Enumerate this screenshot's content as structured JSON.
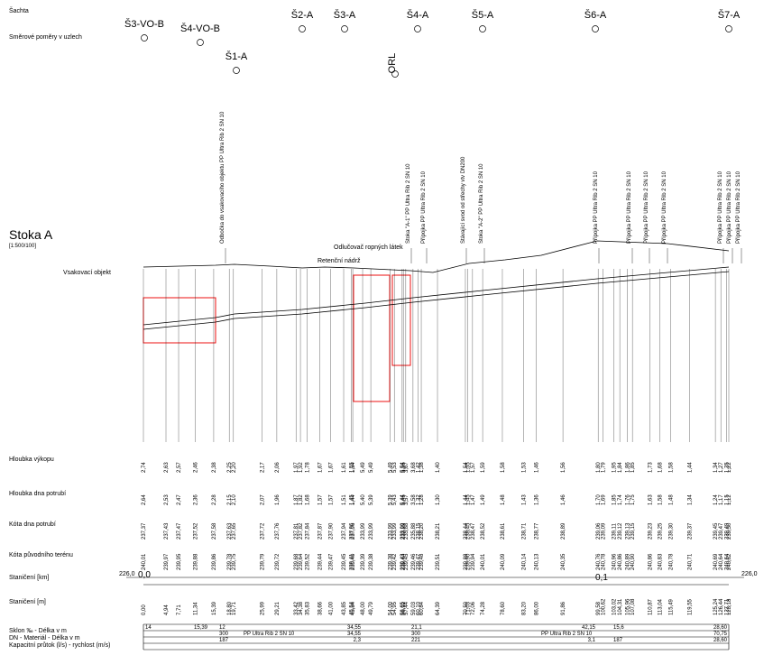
{
  "row_labels": {
    "manholes": "Šachta",
    "flow_dirs": "Směrové poměry v uzlech",
    "excavation_depth": "Hloubka výkopu",
    "pipe_bottom_depth": "Hloubka dna potrubí",
    "pipe_bottom_level": "Kóta dna potrubí",
    "terrain_level": "Kóta původního terénu",
    "chainage_km": "Staničení [km]",
    "chainage_m": "Staničení [m]",
    "slope_length": "Sklon ‰ - Délka v m",
    "dn_material": "DN - Materiál - Délka v m",
    "capacity": "Kapacitní průtok (l/s) - rychlost (m/s)"
  },
  "profile": {
    "title": "Stoka A",
    "scale": "[1:500/100]"
  },
  "manholes": [
    {
      "name": "Š3-VO-B"
    },
    {
      "name": "Š4-VO-B"
    },
    {
      "name": "Š1-A"
    },
    {
      "name": "Š2-A"
    },
    {
      "name": "Š3-A"
    },
    {
      "name": "Š4-A"
    },
    {
      "name": "ORL"
    },
    {
      "name": "Š5-A"
    },
    {
      "name": "Š6-A"
    },
    {
      "name": "Š7-A"
    }
  ],
  "annotations": {
    "soak": "Vsakovací objekt",
    "retention": "Retenční nádrž",
    "separator": "Odlučovač ropných látek"
  },
  "connection_labels": [
    "Odbočka do vsakovacího objektu PP Ultra Rib 2 SN 10",
    "Stoka \"A-1\" PP Ultra Rib 2 SN 10",
    "Přípojka PP Ultra Rib 2 SN 10",
    "Stávající svod od střechy vtv DN200",
    "Stoka \"A-2\" PP Ultra Rib 2 SN 10",
    "Přípojka PP Ultra Rib 2 SN 10",
    "Přípojka PP Ultra Rib 2 SN 10",
    "Přípojka PP Ultra Rib 2 SN 10",
    "Přípojka PP Ultra Rib 2 SN 10",
    "Přípojka PP Ultra Rib 2 SN 10",
    "Přípojka PP Ultra Rib 2 SN 10",
    "Přípojka PP Ultra Rib 2 SN 10"
  ],
  "stations": [
    {
      "m": "0,00",
      "terrain": "240,01",
      "bottom": "237,37",
      "depth": "2,64",
      "exc": "2,74"
    },
    {
      "m": "4,94",
      "terrain": "239,97",
      "bottom": "237,43",
      "depth": "2,53",
      "exc": "2,63"
    },
    {
      "m": "7,71",
      "terrain": "239,95",
      "bottom": "237,47",
      "depth": "2,47",
      "exc": "2,57"
    },
    {
      "m": "11,34",
      "terrain": "239,88",
      "bottom": "237,52",
      "depth": "2,36",
      "exc": "2,46"
    },
    {
      "m": "15,39",
      "terrain": "239,86",
      "bottom": "237,58",
      "depth": "2,28",
      "exc": "2,38"
    },
    {
      "m": "18,80",
      "terrain": "239,78",
      "bottom": "237,63",
      "depth": "2,15",
      "exc": "2,25"
    },
    {
      "m": "19,71",
      "terrain": "239,75",
      "bottom": "237,65",
      "depth": "2,10",
      "exc": "2,20"
    },
    {
      "m": "25,99",
      "terrain": "239,79",
      "bottom": "237,72",
      "depth": "2,07",
      "exc": "2,17"
    },
    {
      "m": "29,21",
      "terrain": "239,72",
      "bottom": "237,76",
      "depth": "1,96",
      "exc": "2,06"
    },
    {
      "m": "33,42",
      "terrain": "239,68",
      "bottom": "237,81",
      "depth": "1,87",
      "exc": "1,97"
    },
    {
      "m": "34,38",
      "terrain": "239,64",
      "bottom": "237,82",
      "depth": "1,82",
      "exc": "1,92"
    },
    {
      "m": "35,83",
      "terrain": "239,52",
      "bottom": "237,84",
      "depth": "1,68",
      "exc": "1,78"
    },
    {
      "m": "38,66",
      "terrain": "239,44",
      "bottom": "237,87",
      "depth": "1,57",
      "exc": "1,67"
    },
    {
      "m": "41,00",
      "terrain": "239,47",
      "bottom": "237,90",
      "depth": "1,57",
      "exc": "1,67"
    },
    {
      "m": "43,85",
      "terrain": "239,45",
      "bottom": "237,94",
      "depth": "1,51",
      "exc": "1,61"
    },
    {
      "m": "45,54",
      "terrain": "239,41",
      "bottom": "237,96",
      "depth": "1,45",
      "exc": "1,55"
    },
    {
      "m": "45,84",
      "terrain": "239,40",
      "bottom": "237,96",
      "depth": "1,44",
      "exc": "1,54"
    },
    {
      "m": "48,00",
      "terrain": "239,39",
      "bottom": "233,99",
      "depth": "5,40",
      "exc": "5,49"
    },
    {
      "m": "49,79",
      "terrain": "239,38",
      "bottom": "233,99",
      "depth": "5,39",
      "exc": "5,49"
    },
    {
      "m": "54,00",
      "terrain": "239,38",
      "bottom": "233,99",
      "depth": "5,39",
      "exc": "5,49"
    },
    {
      "m": "54,95",
      "terrain": "239,42",
      "bottom": "233,99",
      "depth": "5,43",
      "exc": "5,53"
    },
    {
      "m": "56,65",
      "terrain": "239,43",
      "bottom": "233,99",
      "depth": "5,44",
      "exc": "5,54"
    },
    {
      "m": "56,92",
      "terrain": "239,44",
      "bottom": "233,99",
      "depth": "5,45",
      "exc": "5,55"
    },
    {
      "m": "57,44",
      "terrain": "239,45",
      "bottom": "235,88",
      "depth": "3,57",
      "exc": "3,67"
    },
    {
      "m": "59,03",
      "terrain": "239,46",
      "bottom": "235,88",
      "depth": "3,58",
      "exc": "3,68"
    },
    {
      "m": "60,10",
      "terrain": "239,47",
      "bottom": "238,15",
      "depth": "1,32",
      "exc": "1,42"
    },
    {
      "m": "60,84",
      "terrain": "239,48",
      "bottom": "238,20",
      "depth": "1,28",
      "exc": "1,38"
    },
    {
      "m": "64,39",
      "terrain": "239,51",
      "bottom": "238,21",
      "depth": "1,30",
      "exc": "1,40"
    },
    {
      "m": "70,50",
      "terrain": "239,88",
      "bottom": "238,44",
      "depth": "1,44",
      "exc": "1,54"
    },
    {
      "m": "71,03",
      "terrain": "239,90",
      "bottom": "238,45",
      "depth": "1,45",
      "exc": "1,55"
    },
    {
      "m": "72,06",
      "terrain": "239,94",
      "bottom": "238,47",
      "depth": "1,47",
      "exc": "1,57"
    },
    {
      "m": "74,28",
      "terrain": "240,01",
      "bottom": "238,52",
      "depth": "1,49",
      "exc": "1,59"
    },
    {
      "m": "78,60",
      "terrain": "240,09",
      "bottom": "238,61",
      "depth": "1,48",
      "exc": "1,58"
    },
    {
      "m": "83,20",
      "terrain": "240,14",
      "bottom": "238,71",
      "depth": "1,43",
      "exc": "1,53"
    },
    {
      "m": "86,00",
      "terrain": "240,13",
      "bottom": "238,77",
      "depth": "1,36",
      "exc": "1,46"
    },
    {
      "m": "91,86",
      "terrain": "240,35",
      "bottom": "238,89",
      "depth": "1,46",
      "exc": "1,56"
    },
    {
      "m": "99,58",
      "terrain": "240,76",
      "bottom": "239,06",
      "depth": "1,70",
      "exc": "1,80"
    },
    {
      "m": "100,62",
      "terrain": "240,78",
      "bottom": "239,09",
      "depth": "1,69",
      "exc": "1,79"
    },
    {
      "m": "103,02",
      "terrain": "240,96",
      "bottom": "239,11",
      "depth": "1,85",
      "exc": "1,95"
    },
    {
      "m": "104,31",
      "terrain": "240,86",
      "bottom": "239,12",
      "depth": "1,74",
      "exc": "1,84"
    },
    {
      "m": "105,96",
      "terrain": "240,89",
      "bottom": "239,13",
      "depth": "1,76",
      "exc": "1,86"
    },
    {
      "m": "107,08",
      "terrain": "240,90",
      "bottom": "239,15",
      "depth": "1,75",
      "exc": "1,85"
    },
    {
      "m": "110,87",
      "terrain": "240,86",
      "bottom": "239,23",
      "depth": "1,63",
      "exc": "1,73"
    },
    {
      "m": "113,04",
      "terrain": "240,83",
      "bottom": "239,25",
      "depth": "1,58",
      "exc": "1,68"
    },
    {
      "m": "115,49",
      "terrain": "240,78",
      "bottom": "239,30",
      "depth": "1,48",
      "exc": "1,58"
    },
    {
      "m": "119,55",
      "terrain": "240,71",
      "bottom": "239,37",
      "depth": "1,34",
      "exc": "1,44"
    },
    {
      "m": "125,24",
      "terrain": "240,69",
      "bottom": "239,45",
      "depth": "1,24",
      "exc": "1,34"
    },
    {
      "m": "126,44",
      "terrain": "240,64",
      "bottom": "239,47",
      "depth": "1,17",
      "exc": "1,27"
    },
    {
      "m": "127,71",
      "terrain": "240,64",
      "bottom": "239,49",
      "depth": "1,15",
      "exc": "1,25"
    },
    {
      "m": "128,18",
      "terrain": "240,62",
      "bottom": "239,50",
      "depth": "1,12",
      "exc": "1,22"
    }
  ],
  "km_axis": {
    "start": "226,0",
    "zero": "0,0",
    "mid": "0,1",
    "end": "226,0"
  },
  "segments_slope": [
    {
      "slope": "14",
      "len": "15,39"
    },
    {
      "slope": "12",
      "len": "34,55"
    },
    {
      "slope": "21,1",
      "len": "42,15"
    },
    {
      "slope": "15,6",
      "len": "28,60"
    }
  ],
  "segments_dn": [
    {
      "dn": "300",
      "mat": "PP Ultra Rib 2 SN 10",
      "len": "34,55"
    },
    {
      "dn": "300",
      "mat": "PP Ultra Rib 2 SN 10",
      "len": "70,75"
    }
  ],
  "segments_cap": [
    {
      "q": "187",
      "v": "2,3"
    },
    {
      "q": "221",
      "v": "3,1"
    },
    {
      "q": "187",
      "v": "28,60"
    }
  ]
}
